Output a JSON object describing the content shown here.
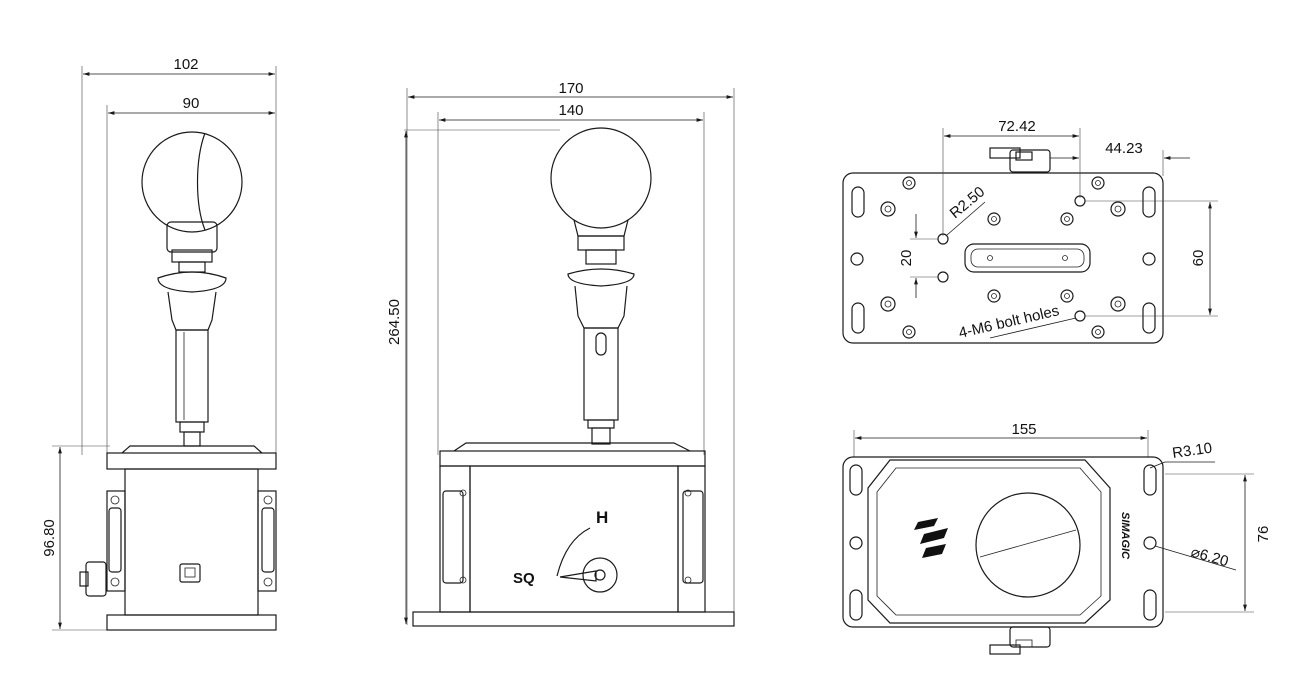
{
  "side_view": {
    "dim_overall_width": "102",
    "dim_inner_width": "90",
    "dim_height": "96.80"
  },
  "front_view": {
    "dim_overall_width": "170",
    "dim_inner_width": "140",
    "dim_total_height": "264.50",
    "mode_label_h": "H",
    "mode_label_sq": "SQ"
  },
  "top_view": {
    "dim_hole_offset": "72.42",
    "dim_edge_offset": "44.23",
    "dim_radius": "R2.50",
    "dim_hole_spacing": "20",
    "dim_bolt_spacing": "60",
    "bolt_holes_label": "4-M6 bolt holes"
  },
  "bottom_view": {
    "dim_width": "155",
    "dim_corner_radius": "R3.10",
    "dim_hole_diameter": "⌀6.20",
    "dim_height": "76",
    "brand_mark": "SIMAGIC"
  },
  "colors": {
    "line": "#1a1a1a",
    "background": "#ffffff"
  }
}
